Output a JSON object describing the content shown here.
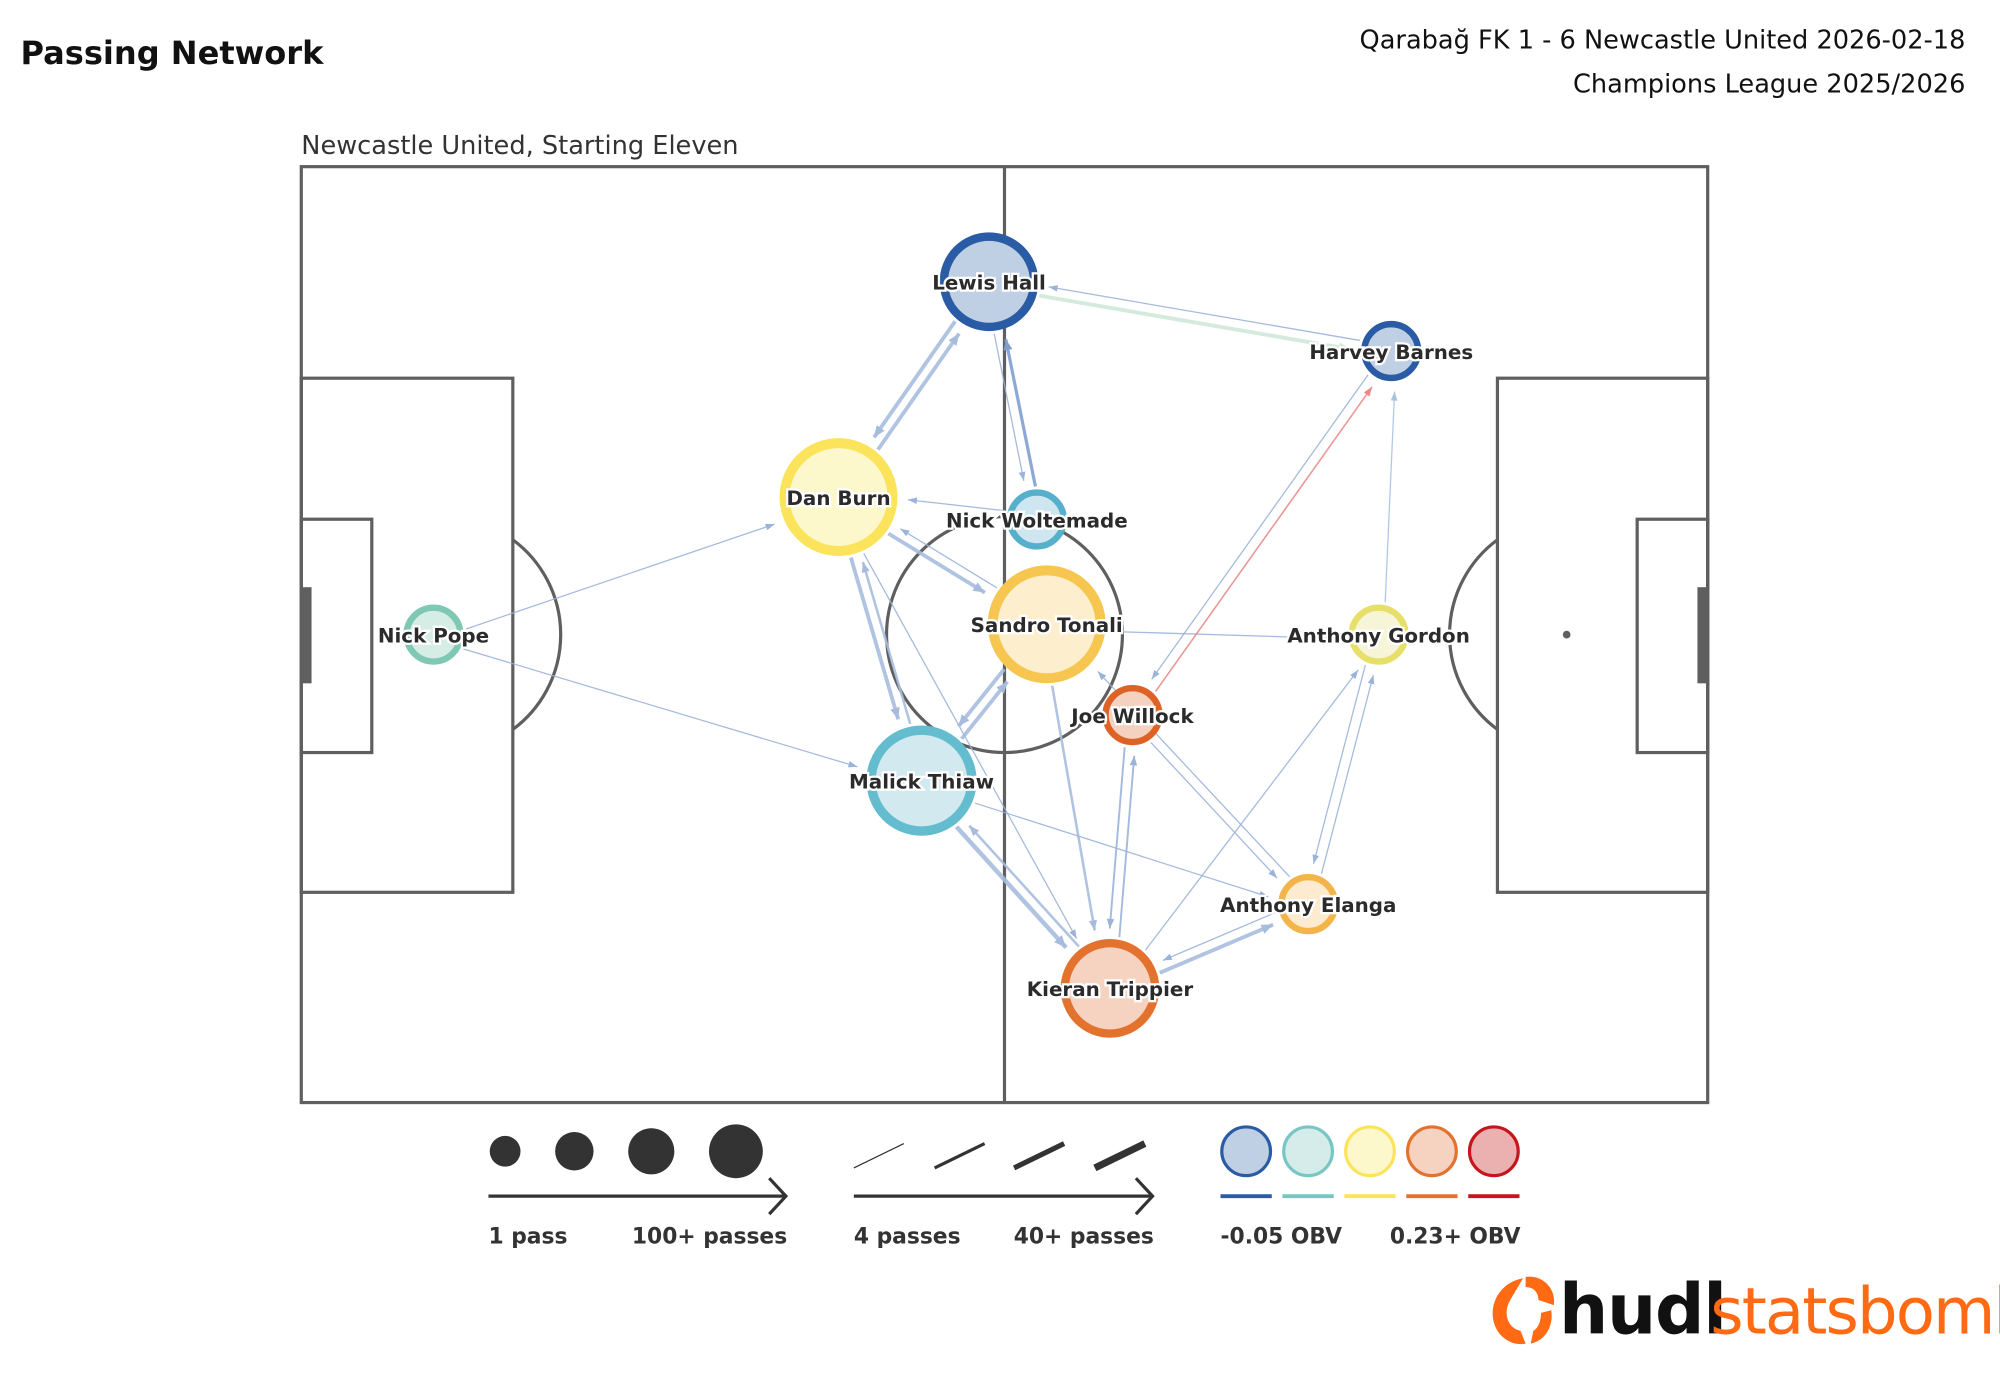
{
  "header": {
    "title": "Passing Network",
    "match": "Qarabağ FK 1 - 6 Newcastle United 2026-02-18",
    "competition": "Champions League 2025/2026",
    "subtitle": "Newcastle United, Starting Eleven"
  },
  "chart_data": {
    "type": "network",
    "title": "Passing Network",
    "team": "Newcastle United",
    "players": [
      {
        "name": "Nick Pope",
        "x": 9.4,
        "y": 50,
        "size": 1,
        "color": "#7fc8b4",
        "fill": "#d6ede6"
      },
      {
        "name": "Dan Burn",
        "x": 38.2,
        "y": 35.3,
        "size": 4,
        "color": "#fbe45b",
        "fill": "#fdf7cc"
      },
      {
        "name": "Lewis Hall",
        "x": 48.9,
        "y": 12.3,
        "size": 3,
        "color": "#2a5ca5",
        "fill": "#bfcfe4"
      },
      {
        "name": "Nick Woltemade",
        "x": 52.3,
        "y": 37.7,
        "size": 1,
        "color": "#56b0cc",
        "fill": "#cde6ef"
      },
      {
        "name": "Sandro Tonali",
        "x": 53,
        "y": 48.9,
        "size": 4,
        "color": "#f6c650",
        "fill": "#fdefce"
      },
      {
        "name": "Joe Willock",
        "x": 59.1,
        "y": 58.6,
        "size": 1,
        "color": "#de6226",
        "fill": "#f5d1c0"
      },
      {
        "name": "Malick Thiaw",
        "x": 44.1,
        "y": 65.6,
        "size": 3.6,
        "color": "#64bccf",
        "fill": "#d2e9f0"
      },
      {
        "name": "Harvey Barnes",
        "x": 77.5,
        "y": 19.7,
        "size": 1,
        "color": "#2a5ca5",
        "fill": "#bfcfe4"
      },
      {
        "name": "Anthony Gordon",
        "x": 76.6,
        "y": 50,
        "size": 1,
        "color": "#e6e06a",
        "fill": "#f7f5d8"
      },
      {
        "name": "Anthony Elanga",
        "x": 71.6,
        "y": 78.8,
        "size": 1,
        "color": "#f3b54a",
        "fill": "#fdebcf"
      },
      {
        "name": "Kieran Trippier",
        "x": 57.5,
        "y": 87.8,
        "size": 3,
        "color": "#e4722f",
        "fill": "#f6d3c0"
      }
    ],
    "passes": [
      {
        "from": 0,
        "to": 1,
        "w": 1,
        "color": "#9bb3d8"
      },
      {
        "from": 0,
        "to": 6,
        "w": 1,
        "color": "#9bb3d8"
      },
      {
        "from": 2,
        "to": 1,
        "w": 3,
        "color": "#a7bcdd"
      },
      {
        "from": 1,
        "to": 2,
        "w": 3,
        "color": "#a7bcdd"
      },
      {
        "from": 2,
        "to": 7,
        "w": 3,
        "color": "#cfe8d8"
      },
      {
        "from": 7,
        "to": 2,
        "w": 1,
        "color": "#9bb3d8"
      },
      {
        "from": 3,
        "to": 2,
        "w": 2.5,
        "color": "#7f9fcf"
      },
      {
        "from": 2,
        "to": 3,
        "w": 1,
        "color": "#9bb3d8"
      },
      {
        "from": 1,
        "to": 4,
        "w": 3,
        "color": "#a7bcdd"
      },
      {
        "from": 4,
        "to": 1,
        "w": 1,
        "color": "#9bb3d8"
      },
      {
        "from": 3,
        "to": 1,
        "w": 1,
        "color": "#9bb3d8"
      },
      {
        "from": 1,
        "to": 6,
        "w": 3,
        "color": "#a7bcdd"
      },
      {
        "from": 6,
        "to": 1,
        "w": 2,
        "color": "#a7bcdd"
      },
      {
        "from": 1,
        "to": 10,
        "w": 1,
        "color": "#9bb3d8"
      },
      {
        "from": 4,
        "to": 6,
        "w": 3,
        "color": "#a7bcdd"
      },
      {
        "from": 6,
        "to": 4,
        "w": 3,
        "color": "#a7bcdd"
      },
      {
        "from": 4,
        "to": 8,
        "w": 1,
        "color": "#9bb3d8"
      },
      {
        "from": 7,
        "to": 5,
        "w": 1,
        "color": "#9bb3d8"
      },
      {
        "from": 5,
        "to": 7,
        "w": 1.2,
        "color": "#e88a87"
      },
      {
        "from": 8,
        "to": 7,
        "w": 1,
        "color": "#a9c2e2"
      },
      {
        "from": 5,
        "to": 9,
        "w": 1,
        "color": "#9bb3d8"
      },
      {
        "from": 9,
        "to": 4,
        "w": 1,
        "color": "#9bb3d8"
      },
      {
        "from": 10,
        "to": 5,
        "w": 1.5,
        "color": "#9bb3d8"
      },
      {
        "from": 5,
        "to": 10,
        "w": 1.5,
        "color": "#9bb3d8"
      },
      {
        "from": 10,
        "to": 8,
        "w": 1,
        "color": "#9bb3d8"
      },
      {
        "from": 9,
        "to": 8,
        "w": 1,
        "color": "#9bb3d8"
      },
      {
        "from": 8,
        "to": 9,
        "w": 1,
        "color": "#9bb3d8"
      },
      {
        "from": 10,
        "to": 9,
        "w": 3,
        "color": "#a7bcdd"
      },
      {
        "from": 9,
        "to": 10,
        "w": 1,
        "color": "#9bb3d8"
      },
      {
        "from": 6,
        "to": 10,
        "w": 3.5,
        "color": "#a7bcdd"
      },
      {
        "from": 10,
        "to": 6,
        "w": 2,
        "color": "#a7bcdd"
      },
      {
        "from": 6,
        "to": 9,
        "w": 1,
        "color": "#9bb3d8"
      },
      {
        "from": 4,
        "to": 10,
        "w": 2,
        "color": "#a7bcdd"
      }
    ]
  },
  "legend": {
    "size_min": "1 pass",
    "size_max": "100+ passes",
    "width_min": "4 passes",
    "width_max": "40+ passes",
    "obv_min": "-0.05 OBV",
    "obv_max": "0.23+ OBV",
    "obv_colors": [
      {
        "stroke": "#2a5ca5",
        "fill": "#bfcfe4"
      },
      {
        "stroke": "#78c6c4",
        "fill": "#d5ecea"
      },
      {
        "stroke": "#fbe45b",
        "fill": "#fdf7cc"
      },
      {
        "stroke": "#e4722f",
        "fill": "#f6d3c0"
      },
      {
        "stroke": "#c4161c",
        "fill": "#ebb0b0"
      }
    ]
  },
  "logo": {
    "part1": "hudl",
    "part2": "statsbomb",
    "color": "#ff6a13"
  }
}
